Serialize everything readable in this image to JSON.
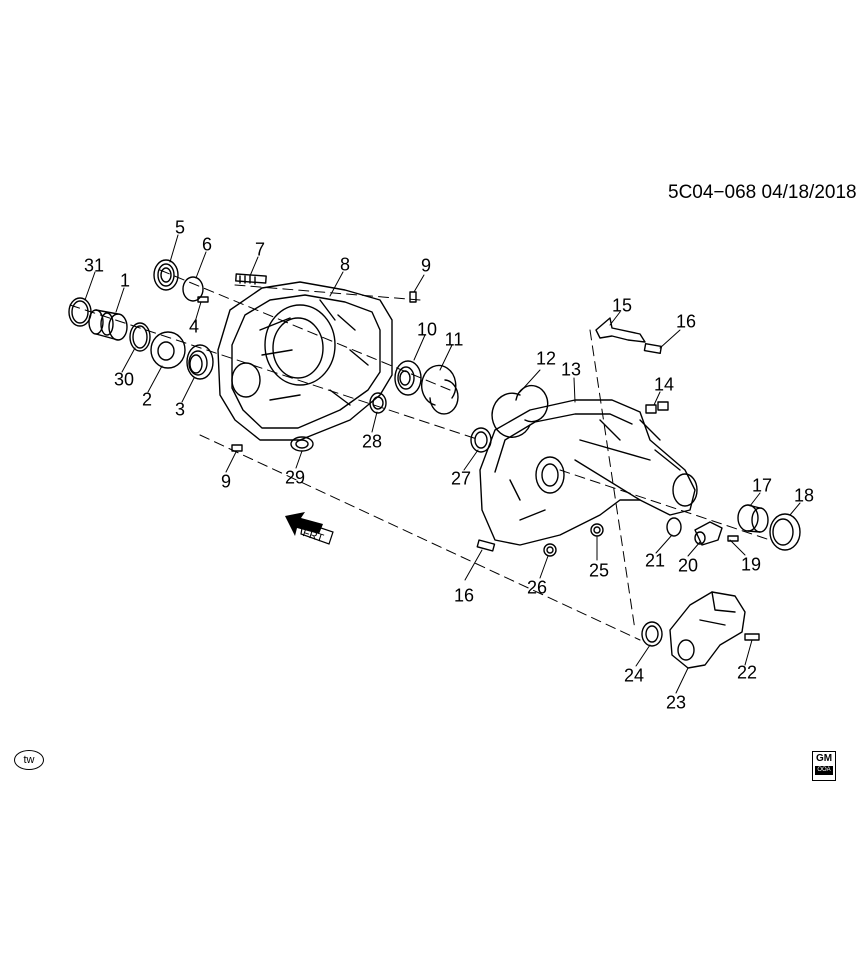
{
  "document": {
    "ref_code": "5C04−068 04/18/2018",
    "tw_badge": "tw",
    "gm_logo_top": "GM",
    "gm_logo_bottom": "OOA",
    "frt_label": "FRT"
  },
  "callouts": [
    "1",
    "2",
    "3",
    "4",
    "5",
    "6",
    "7",
    "8",
    "9",
    "9",
    "10",
    "11",
    "12",
    "13",
    "14",
    "15",
    "16",
    "16",
    "17",
    "18",
    "19",
    "20",
    "21",
    "22",
    "23",
    "24",
    "25",
    "26",
    "27",
    "28",
    "29",
    "30",
    "31"
  ]
}
